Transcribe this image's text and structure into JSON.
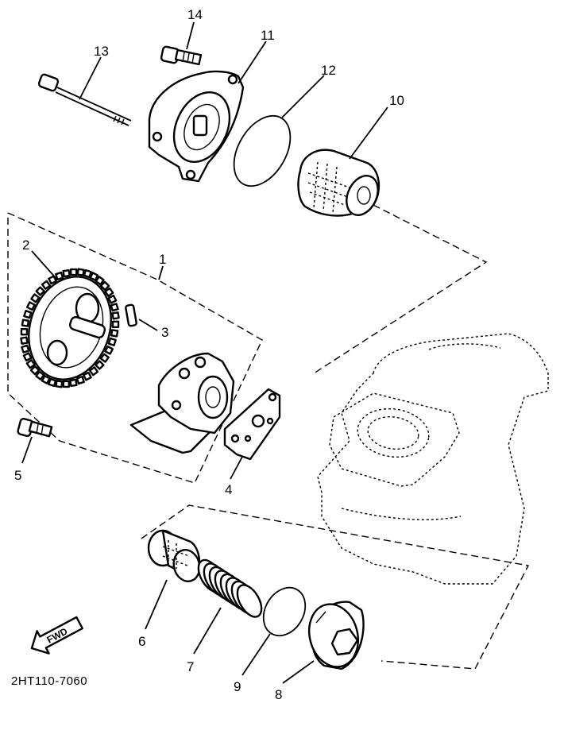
{
  "diagram": {
    "callouts": [
      {
        "id": "1",
        "label": "1"
      },
      {
        "id": "2",
        "label": "2"
      },
      {
        "id": "3",
        "label": "3"
      },
      {
        "id": "4",
        "label": "4"
      },
      {
        "id": "5",
        "label": "5"
      },
      {
        "id": "6",
        "label": "6"
      },
      {
        "id": "7",
        "label": "7"
      },
      {
        "id": "8",
        "label": "8"
      },
      {
        "id": "9",
        "label": "9"
      },
      {
        "id": "10",
        "label": "10"
      },
      {
        "id": "11",
        "label": "11"
      },
      {
        "id": "12",
        "label": "12"
      },
      {
        "id": "13",
        "label": "13"
      },
      {
        "id": "14",
        "label": "14"
      }
    ],
    "fwd_label": "FWD",
    "drawing_code": "2HT110-7060"
  }
}
